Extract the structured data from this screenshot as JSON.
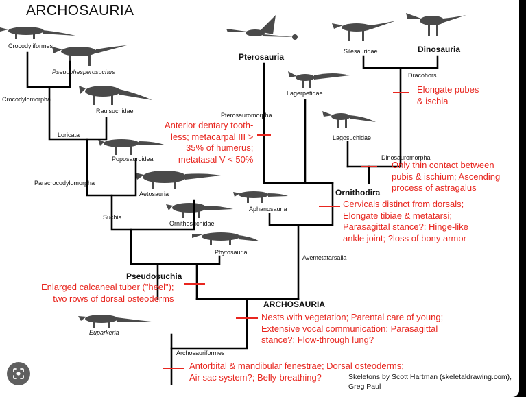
{
  "title": "ARCHOSAURIA",
  "credit": {
    "line1": "Skeletons by Scott Hartman (skeletaldrawing.com),",
    "line2": "Greg Paul"
  },
  "taxa": {
    "crocodyliformes": "Crocodyliformes",
    "pseudohesperosuchus": "Pseudohesperosuchus",
    "crocodylomorpha": "Crocodylomorpha",
    "rauisuchidae": "Rauisuchidae",
    "loricata": "Loricata",
    "poposauroidea": "Poposauroidea",
    "paracrocodylomorpha": "Paracrocodylomorpha",
    "aetosauria": "Aetosauria",
    "suchia": "Suchia",
    "ornithosuchidae": "Ornithosuchidae",
    "phytosauria": "Phytosauria",
    "pseudosuchia": "Pseudosuchia",
    "pterosauria": "Pterosauria",
    "lagerpetidae": "Lagerpetidae",
    "pterosauromorpha": "Pterosauromorpha",
    "silesauridae": "Silesauridae",
    "dinosauria": "Dinosauria",
    "dracohors": "Dracohors",
    "lagosuchidae": "Lagosuchidae",
    "dinosauromorpha": "Dinosauromorpha",
    "ornithodira": "Ornithodira",
    "aphanosauria": "Aphanosauria",
    "avemetatarsalia": "Avemetatarsalia",
    "archosauria": "ARCHOSAURIA",
    "euparkeria": "Euparkeria",
    "archosauriformes": "Archosauriformes"
  },
  "characters": {
    "pterosauromorpha": [
      "Anterior dentary tooth-",
      "less; metacarpal III >",
      "35% of humerus;",
      "metatasal V < 50%"
    ],
    "dracohors": [
      "Elongate pubes",
      "& ischia"
    ],
    "dinosauromorpha": [
      "Only thin contact between",
      "pubis & ischium; Ascending",
      "process of astragalus"
    ],
    "ornithodira": [
      "Cervicals distinct from dorsals;",
      "Elongate tibiae & metatarsi;",
      "Parasagittal stance?; Hinge-like",
      "ankle joint; ?loss of bony armor"
    ],
    "pseudosuchia": [
      "Enlarged calcaneal tuber (\"heel\");",
      "two rows of dorsal osteoderms"
    ],
    "archosauria": [
      "Nests with vegetation; Parental care of young;",
      "Extensive vocal communication; Parasagittal",
      "stance?; Flow-through lung?"
    ],
    "archosauriformes": [
      "Antorbital & mandibular fenestrae; Dorsal osteoderms;",
      "Air sac system?; Belly-breathing?"
    ]
  },
  "icons": {
    "skeleton": "skeleton-silhouette-icon",
    "lens": "google-lens-icon"
  },
  "colors": {
    "branch": "#000000",
    "character_text": "#e8261f",
    "tick": "#e8261f"
  }
}
